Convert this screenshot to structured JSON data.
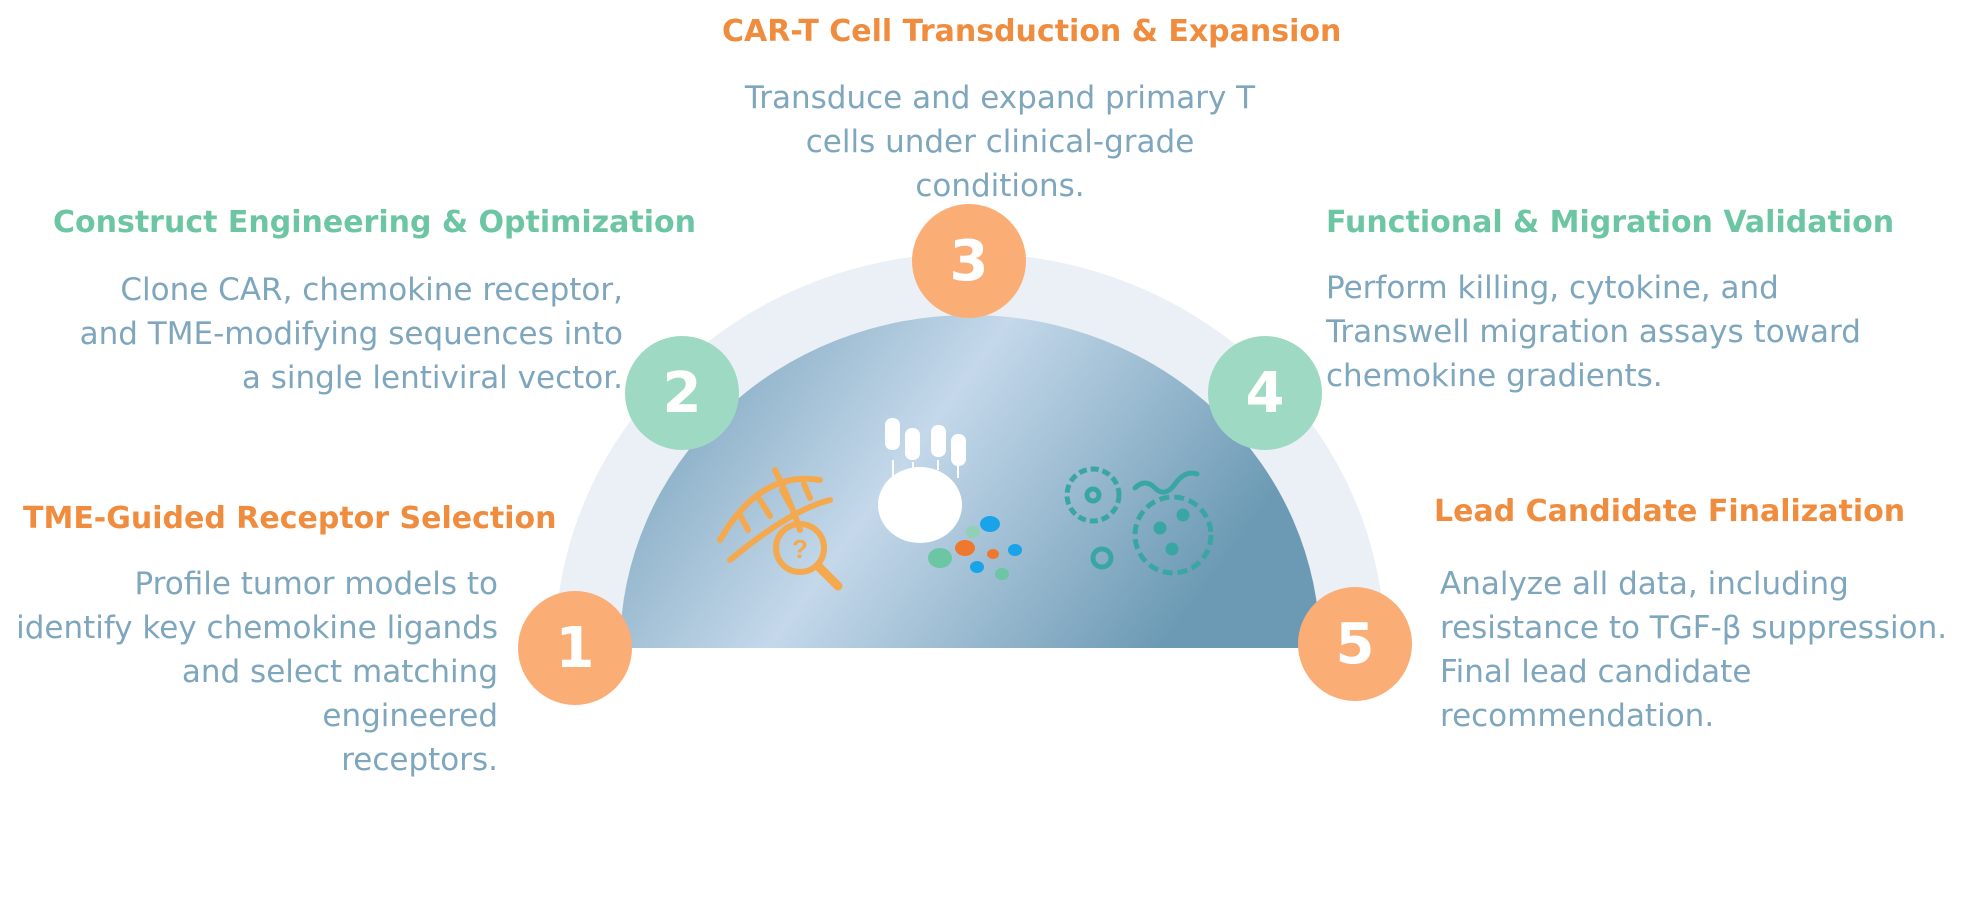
{
  "colors": {
    "orange": "#f08c3e",
    "green": "#6cc6a3",
    "desc": "#7ea6bd",
    "circle_orange": "#fbad76",
    "circle_green": "#9ed9c4",
    "dome_light": "#c4d8ea",
    "dome_dark": "#6c9ab4",
    "ring": "#eaf0f6"
  },
  "steps": [
    {
      "number": "1",
      "title": "TME-Guided Receptor Selection",
      "lines": [
        "Profile tumor models to",
        "identify key chemokine ligands",
        "and select matching engineered",
        "receptors."
      ]
    },
    {
      "number": "2",
      "title": "Construct Engineering & Optimization",
      "lines": [
        "Clone CAR, chemokine receptor,",
        "and TME-modifying sequences into",
        "a single lentiviral vector."
      ]
    },
    {
      "number": "3",
      "title": "CAR-T Cell Transduction & Expansion",
      "lines": [
        "Transduce and expand primary T",
        "cells under clinical-grade",
        "conditions."
      ]
    },
    {
      "number": "4",
      "title": "Functional & Migration Validation",
      "lines": [
        "Perform killing, cytokine, and",
        "Transwell migration assays toward",
        "chemokine gradients."
      ]
    },
    {
      "number": "5",
      "title": "Lead Candidate Finalization",
      "lines": [
        "Analyze all data, including",
        "resistance to TGF-β suppression.",
        "Final lead candidate",
        "recommendation."
      ]
    }
  ],
  "icons": [
    "dna-search-icon",
    "car-t-cell-icon",
    "chemokine-dots-icon",
    "tumor-cell-icon"
  ]
}
